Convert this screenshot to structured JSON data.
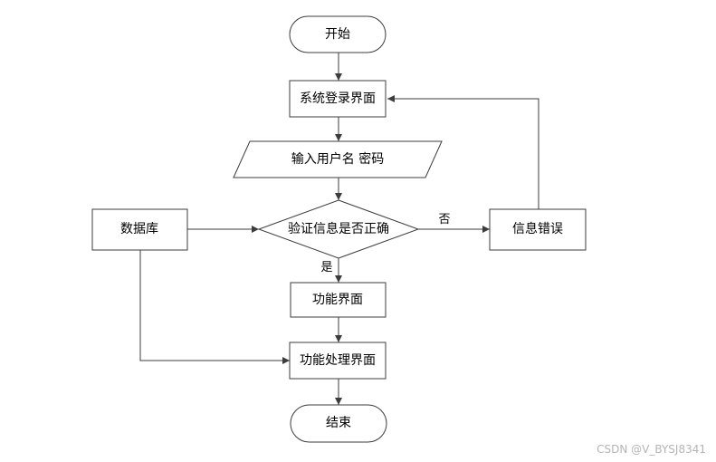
{
  "nodes": {
    "start": "开始",
    "login": "系统登录界面",
    "input": "输入用户名 密码",
    "check": "验证信息是否正确",
    "database": "数据库",
    "error": "信息错误",
    "func": "功能界面",
    "process": "功能处理界面",
    "end": "结束"
  },
  "edge_labels": {
    "no": "否",
    "yes": "是"
  },
  "watermark": "CSDN @V_BYSJ8341",
  "colors": {
    "stroke": "#3c3c3c",
    "fill": "#ffffff",
    "text": "#000000",
    "watermark": "#b5b5b5"
  }
}
